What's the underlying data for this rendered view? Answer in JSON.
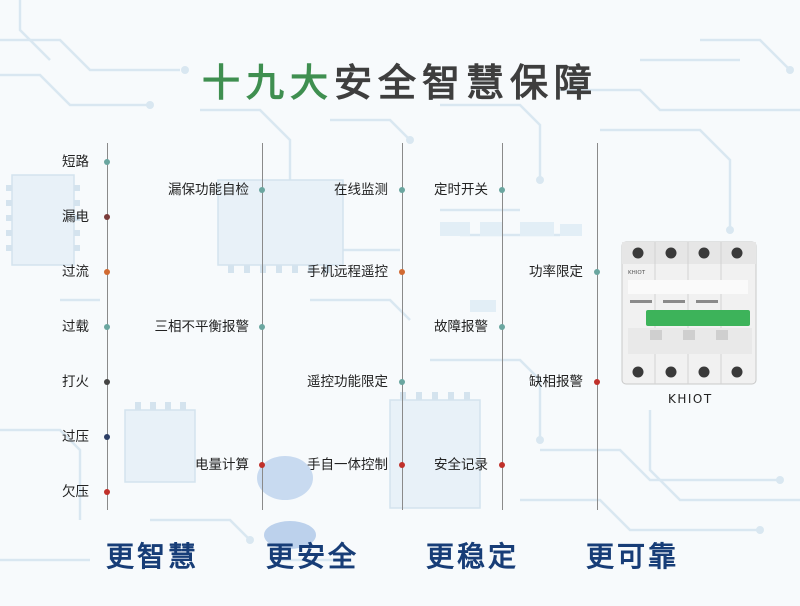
{
  "title": {
    "part1": "十九大",
    "part2": "安全智慧保障"
  },
  "columns": [
    {
      "items": [
        {
          "label": "短路",
          "color": "#6aa6a0"
        },
        {
          "label": "漏电",
          "color": "#7a3b3b"
        },
        {
          "label": "过流",
          "color": "#d16a32"
        },
        {
          "label": "过载",
          "color": "#6aa6a0"
        },
        {
          "label": "打火",
          "color": "#444444"
        },
        {
          "label": "过压",
          "color": "#2c3e66"
        },
        {
          "label": "欠压",
          "color": "#c0302a"
        }
      ]
    },
    {
      "items": [
        {
          "label": "漏保功能自检",
          "color": "#6aa6a0"
        },
        {
          "label": "三相不平衡报警",
          "color": "#6aa6a0"
        },
        {
          "label": "电量计算",
          "color": "#c0302a"
        }
      ]
    },
    {
      "items": [
        {
          "label": "在线监测",
          "color": "#6aa6a0"
        },
        {
          "label": "手机远程遥控",
          "color": "#d16a32"
        },
        {
          "label": "遥控功能限定",
          "color": "#6aa6a0"
        },
        {
          "label": "手自一体控制",
          "color": "#c0302a"
        }
      ]
    },
    {
      "items": [
        {
          "label": "定时开关",
          "color": "#6aa6a0"
        },
        {
          "label": "故障报警",
          "color": "#6aa6a0"
        },
        {
          "label": "安全记录",
          "color": "#c0302a"
        }
      ]
    },
    {
      "items": [
        {
          "label": "功率限定",
          "color": "#6aa6a0"
        },
        {
          "label": "缺相报警",
          "color": "#c0302a"
        }
      ]
    }
  ],
  "product": {
    "brand": "KHIOT",
    "device_brand": "KHIOT",
    "device_green": "#3db35a"
  },
  "slogans": [
    "更智慧",
    "更安全",
    "更稳定",
    "更可靠"
  ]
}
